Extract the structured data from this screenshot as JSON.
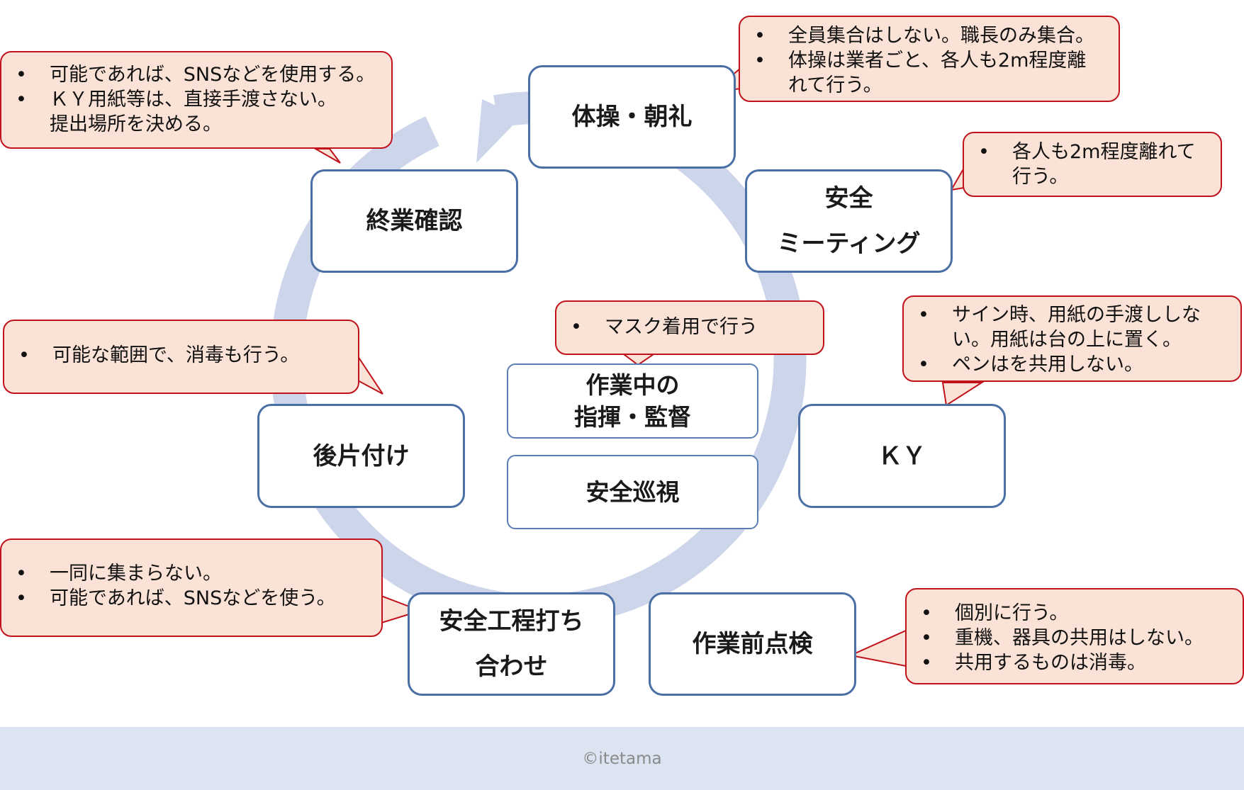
{
  "cycle_steps": {
    "choreo": "体操・朝礼",
    "meeting_line1": "安全",
    "meeting_line2": "ミーティング",
    "ky": "ＫＹ",
    "pre_check": "作業前点検",
    "schedule_line1": "安全工程打ち",
    "schedule_line2": "合わせ",
    "cleanup": "後片付け",
    "end_check": "終業確認"
  },
  "center": {
    "supervision_line1": "作業中の",
    "supervision_line2": "指揮・監督",
    "patrol": "安全巡視"
  },
  "notes": {
    "choreo": {
      "item1": "全員集合はしない。職長のみ集合。",
      "item2_line1": "体操は業者ごと、各人も2m程度離",
      "item2_line2": "れて行う。"
    },
    "meeting": {
      "item1_line1": "各人も2m程度離れて",
      "item1_line2": "行う。"
    },
    "ky": {
      "item1_line1": "サイン時、用紙の手渡ししな",
      "item1_line2": "い。用紙は台の上に置く。",
      "item2": "ペンはを共用しない。"
    },
    "pre_check": {
      "item1": "個別に行う。",
      "item2": "重機、器具の共用はしない。",
      "item3": "共用するものは消毒。"
    },
    "schedule": {
      "item1": "一同に集まらない。",
      "item2": "可能であれば、SNSなどを使う。"
    },
    "cleanup": {
      "item1": "可能な範囲で、消毒も行う。"
    },
    "end_check": {
      "item1": "可能であれば、SNSなどを使用する。",
      "item2": "ＫＹ用紙等は、直接手渡さない。",
      "item2_cont": "提出場所を決める。"
    },
    "supervision": {
      "item1": "マスク着用で行う"
    }
  },
  "footer": {
    "copyright": "©itetama"
  },
  "colors": {
    "ring": "#cdd5eb",
    "box_border": "#4a6fa5",
    "note_fill": "#fbe2d6",
    "note_border": "#c0121b",
    "footer_band": "#dce3f1"
  }
}
